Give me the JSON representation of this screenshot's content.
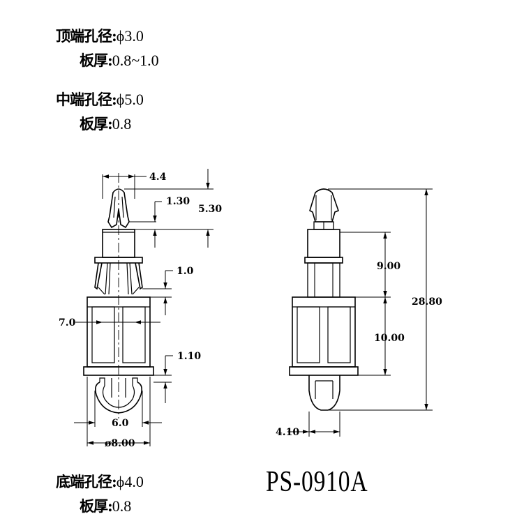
{
  "specs": {
    "top": {
      "label": "顶端孔径:",
      "value": "ϕ3.0",
      "thick_label": "板厚:",
      "thick_value": "0.8~1.0"
    },
    "middle": {
      "label": "中端孔径:",
      "value": "ϕ5.0",
      "thick_label": "板厚:",
      "thick_value": "0.8"
    },
    "bottom": {
      "label": "底端孔径:",
      "value": "ϕ4.0",
      "thick_label": "板厚:",
      "thick_value": "0.8"
    }
  },
  "model": "PS-0910A",
  "dims": {
    "d44": "4.4",
    "d130": "1.30",
    "d530": "5.30",
    "d10": "1.0",
    "d70": "7.0",
    "d110": "1.10",
    "d60": "6.0",
    "d800": "ø8.00",
    "d900": "9.00",
    "d1000": "10.00",
    "d2880": "28.80",
    "d410": "4.10"
  }
}
